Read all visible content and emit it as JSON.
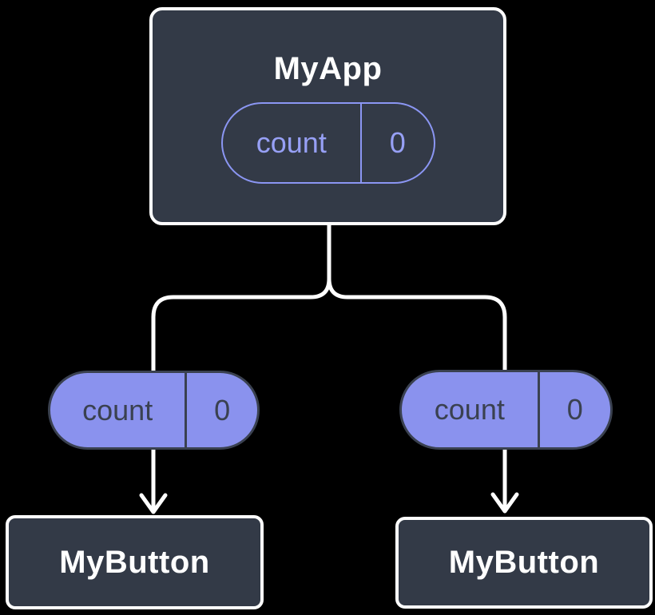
{
  "diagram": {
    "description": "React component tree showing state lifted to parent and passed down as props",
    "background_color": "#000000",
    "colors": {
      "card_fill": "#333a47",
      "card_border": "#ffffff",
      "connector_line": "#ffffff",
      "prop_pill_fill": "#8a92ee",
      "prop_pill_text": "#3a4150",
      "state_pill_outline": "#8b96f3",
      "state_pill_text": "#97a0f5",
      "title_text": "#ffffff"
    },
    "root": {
      "title": "MyApp",
      "state": {
        "label": "count",
        "value": "0"
      }
    },
    "props": [
      {
        "label": "count",
        "value": "0"
      },
      {
        "label": "count",
        "value": "0"
      }
    ],
    "children": [
      {
        "title": "MyButton"
      },
      {
        "title": "MyButton"
      }
    ],
    "edges": [
      {
        "from": "MyApp",
        "to": "MyButton (left)",
        "via": "count prop"
      },
      {
        "from": "MyApp",
        "to": "MyButton (right)",
        "via": "count prop"
      }
    ]
  }
}
